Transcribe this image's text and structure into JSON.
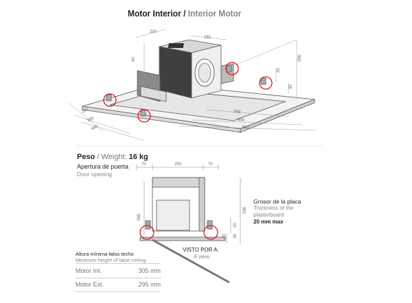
{
  "title": {
    "primary": "Motor Interior",
    "separator": " / ",
    "secondary": "Interior Motor"
  },
  "iso_dims": {
    "d250a": "250",
    "d250b": "250",
    "d90": "90",
    "d20": "20",
    "d35": "35",
    "d296": "296",
    "d262": "262",
    "d390": "390",
    "d440": "440",
    "d369": "369",
    "d850": "850",
    "d900": "900"
  },
  "weight": {
    "es": "Peso",
    "sep": " / ",
    "en_prefix": "Weight: ",
    "value": "16 kg"
  },
  "door": {
    "es": "Apertura de puerta",
    "en": "Door opening"
  },
  "section_dims": {
    "d70a": "70",
    "d250": "250",
    "d70b": "70",
    "d296": "296",
    "d265": "265",
    "d20": "20",
    "d35": "35",
    "d30": "30"
  },
  "plaster": {
    "es": "Grosor de la placa",
    "en1": "Thickness of the",
    "en2": "plasterboard",
    "max": "20 mm max"
  },
  "view": {
    "es": "VISTO POR A.",
    "en": "A view"
  },
  "min_height": {
    "es": "Altura mínima falso techo",
    "en": "Minimum height of false ceiling",
    "rows": [
      {
        "label": "Motor Int.",
        "value": "305 mm"
      },
      {
        "label": "Motor Ext.",
        "value": "295 mm"
      }
    ]
  },
  "colors": {
    "marker": "#d11a1a",
    "line": "#555555",
    "dim": "#888888"
  }
}
